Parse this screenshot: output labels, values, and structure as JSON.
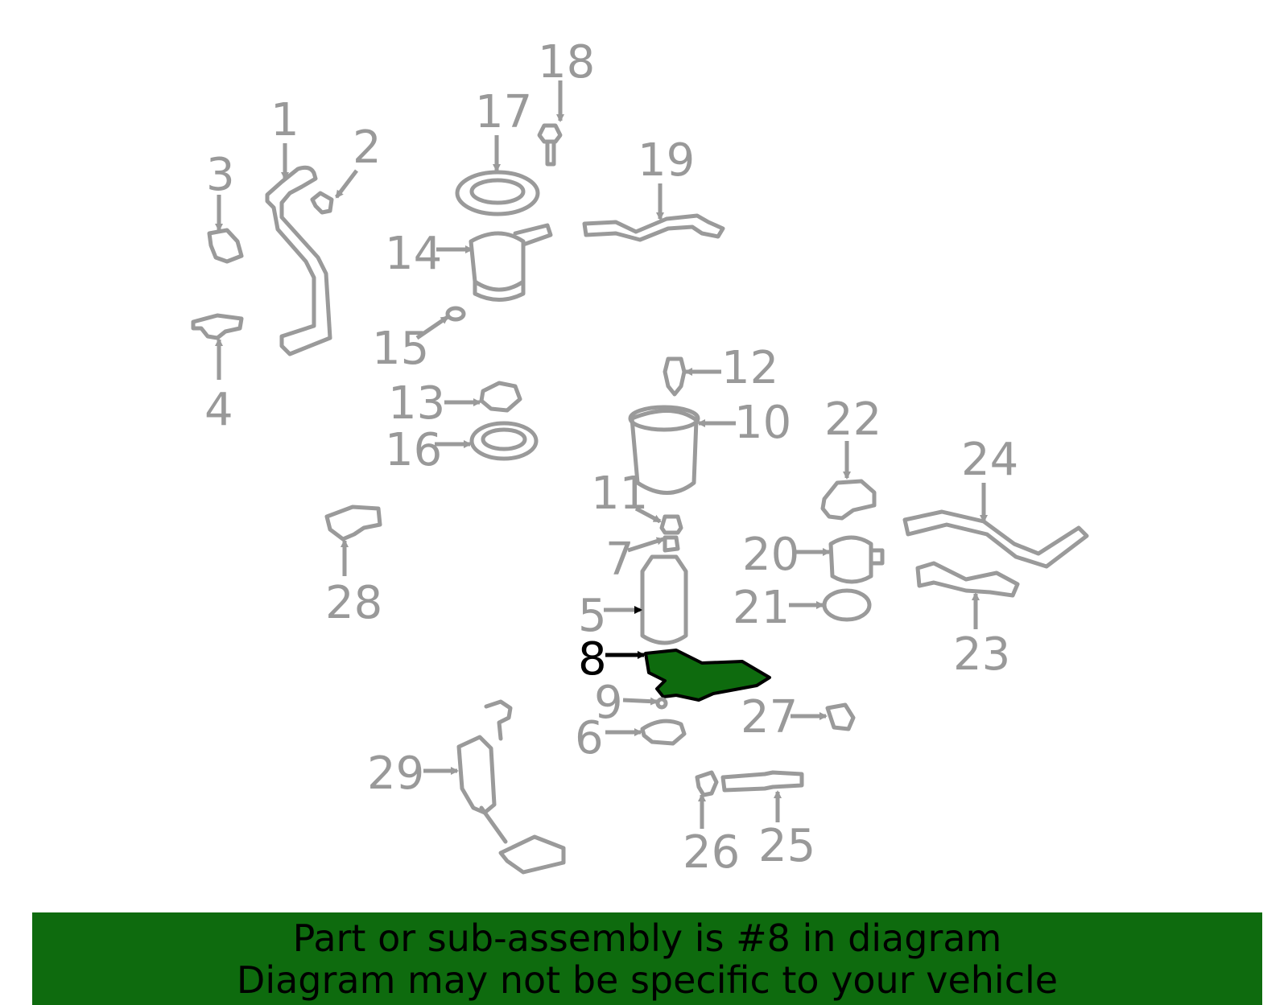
{
  "diagram": {
    "highlight_color": "#0e6b0e",
    "part_color": "#9a9a9a",
    "highlighted_part": "8",
    "labels": [
      "1",
      "2",
      "3",
      "4",
      "5",
      "6",
      "7",
      "8",
      "9",
      "10",
      "11",
      "12",
      "13",
      "14",
      "15",
      "16",
      "17",
      "18",
      "19",
      "20",
      "21",
      "22",
      "23",
      "24",
      "25",
      "26",
      "27",
      "28",
      "29"
    ]
  },
  "banner": {
    "line1": "Part or sub-assembly is #8 in diagram",
    "line2": "Diagram may not be specific to your vehicle",
    "background": "#0e6b0e"
  }
}
